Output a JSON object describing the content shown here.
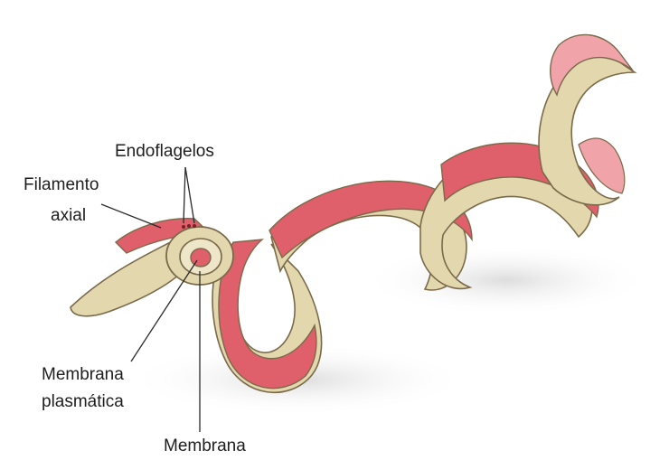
{
  "labels": {
    "endoflagelos": "Endoflagelos",
    "filamento_axial_line1": "Filamento",
    "filamento_axial_line2": "axial",
    "membrana_plasmatica_line1": "Membrana",
    "membrana_plasmatica_line2": "plasmática",
    "membrana": "Membrana"
  },
  "colors": {
    "cell_body": "#e3d7ae",
    "axial_filament": "#df5f6b",
    "axial_filament_highlight": "#f0a3a8",
    "outline": "#7a6a4a",
    "shadow": "#e6e6e6",
    "label_text": "#1e1e1e"
  }
}
